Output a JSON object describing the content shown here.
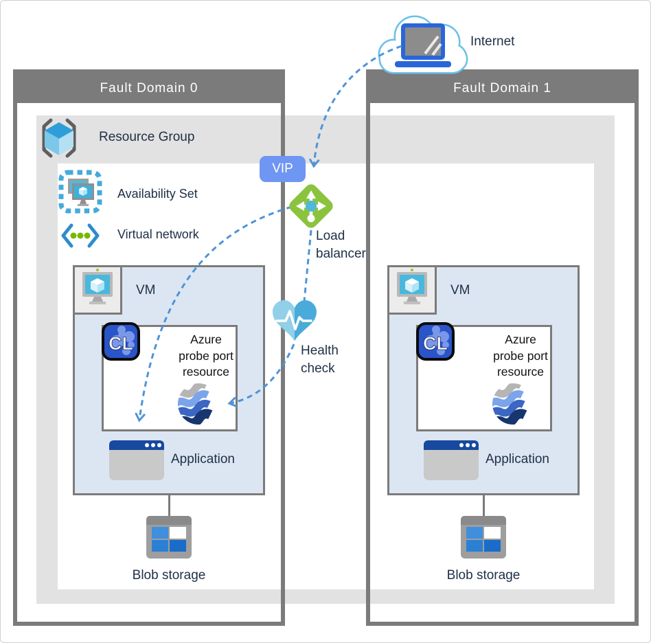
{
  "internet": {
    "label": "Internet"
  },
  "vip": {
    "label": "VIP"
  },
  "load_balancer": {
    "lines": [
      "Load",
      "balancer"
    ]
  },
  "health_check": {
    "lines": [
      "Health",
      "check"
    ]
  },
  "resource_group": {
    "label": "Resource Group"
  },
  "availability_set": {
    "label": "Availability Set"
  },
  "virtual_network": {
    "label": "Virtual network"
  },
  "fault_domains": [
    {
      "title": "Fault Domain 0",
      "vm_label": "VM",
      "cl_label": "CL",
      "probe_lines": [
        "Azure",
        "probe port",
        "resource"
      ],
      "application_label": "Application",
      "blob_label": "Blob storage"
    },
    {
      "title": "Fault Domain 1",
      "vm_label": "VM",
      "cl_label": "CL",
      "probe_lines": [
        "Azure",
        "probe port",
        "resource"
      ],
      "application_label": "Application",
      "blob_label": "Blob storage"
    }
  ],
  "colors": {
    "fault_domain_gray": "#7b7b7b",
    "resource_group_fill": "#e2e2e2",
    "vm_box_fill": "#dce6f3",
    "arrow_blue": "#4f94d6",
    "vip_fill": "#6e96f2",
    "load_balancer_green": "#8bc33e",
    "health_heart_blue": "#4aabda",
    "text_dark": "#1e2f45"
  }
}
